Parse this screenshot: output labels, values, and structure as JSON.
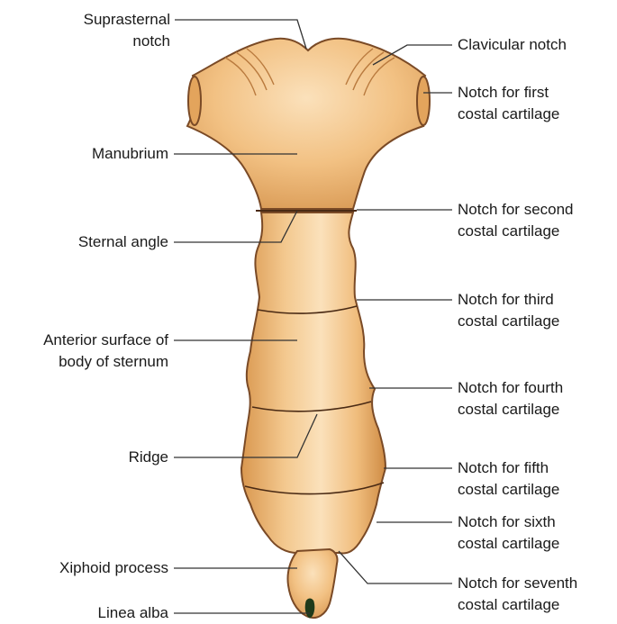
{
  "title": "",
  "colors": {
    "bone_fill": "#f2c183",
    "bone_highlight": "#fbe1bb",
    "bone_shade": "#c98a45",
    "outline": "#7a4a26",
    "leader_line": "#333333",
    "background": "#ffffff",
    "linea_alba": "#1f3a1a"
  },
  "labels": {
    "suprasternal_notch": [
      "Suprasternal",
      "notch"
    ],
    "manubrium": [
      "Manubrium"
    ],
    "sternal_angle": [
      "Sternal angle"
    ],
    "anterior_surface": [
      "Anterior surface of",
      "body of sternum"
    ],
    "ridge": [
      "Ridge"
    ],
    "xiphoid_process": [
      "Xiphoid process"
    ],
    "linea_alba": [
      "Linea alba"
    ],
    "clavicular_notch": [
      "Clavicular notch"
    ],
    "notch_first": [
      "Notch for first",
      "costal cartilage"
    ],
    "notch_second": [
      "Notch for second",
      "costal cartilage"
    ],
    "notch_third": [
      "Notch for third",
      "costal cartilage"
    ],
    "notch_fourth": [
      "Notch for fourth",
      "costal cartilage"
    ],
    "notch_fifth": [
      "Notch for fifth",
      "costal cartilage"
    ],
    "notch_sixth": [
      "Notch for sixth",
      "costal cartilage"
    ],
    "notch_seventh": [
      "Notch for seventh",
      "costal cartilage"
    ]
  }
}
